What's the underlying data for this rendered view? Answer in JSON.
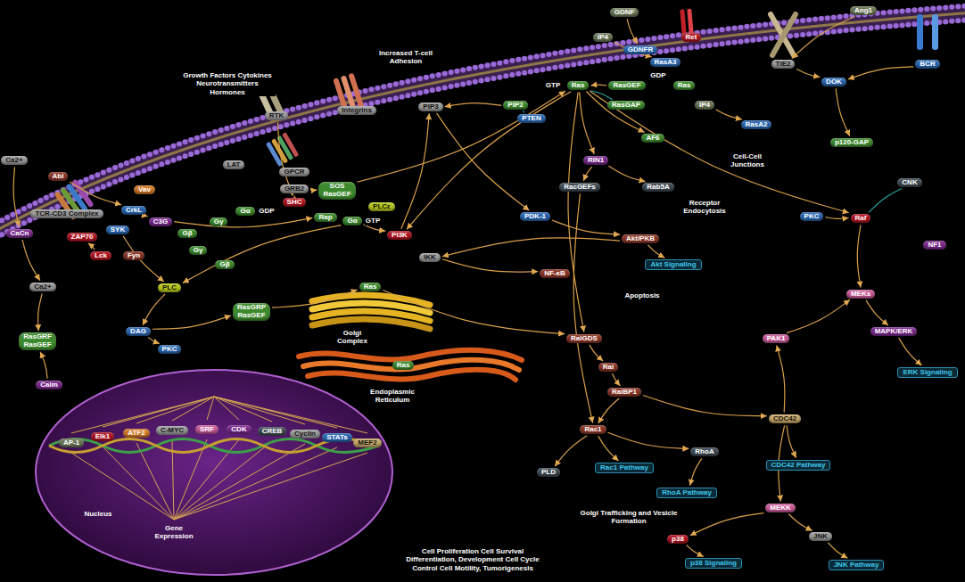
{
  "diagram": {
    "nodes": [
      {
        "text": [
          "GDNF"
        ]
      },
      {
        "text": [
          "Ang1"
        ]
      },
      {
        "text": [
          "IP4"
        ]
      },
      {
        "text": [
          "Ret"
        ]
      },
      {
        "text": [
          "GDNFR"
        ]
      },
      {
        "text": [
          "RasA3"
        ]
      },
      {
        "text": [
          "TIE2"
        ]
      },
      {
        "text": [
          "BCR"
        ]
      },
      {
        "text": [
          "Ras"
        ]
      },
      {
        "text": [
          "RasGEF"
        ]
      },
      {
        "text": [
          "Ras"
        ]
      },
      {
        "text": [
          "DOK"
        ]
      },
      {
        "text": [
          "RasGAP"
        ]
      },
      {
        "text": [
          "IP4"
        ]
      },
      {
        "text": [
          "PIP2"
        ]
      },
      {
        "text": [
          "PIP3"
        ]
      },
      {
        "text": [
          "PTEN"
        ]
      },
      {
        "text": [
          "RasA2"
        ]
      },
      {
        "text": [
          "AF6"
        ]
      },
      {
        "text": [
          "p120-GAP"
        ]
      },
      {
        "text": [
          "RIN1"
        ]
      },
      {
        "text": [
          "RTK"
        ]
      },
      {
        "text": [
          "Integrins"
        ]
      },
      {
        "text": [
          "LAT"
        ]
      },
      {
        "text": [
          "GPCR"
        ]
      },
      {
        "text": [
          "GRB2"
        ]
      },
      {
        "text": [
          "SHC"
        ]
      },
      {
        "text": [
          "SOS",
          "RasGEF"
        ]
      },
      {
        "text": [
          "Rap"
        ]
      },
      {
        "text": [
          "PLCε"
        ]
      },
      {
        "text": [
          "Ca2+"
        ]
      },
      {
        "text": [
          "Abl"
        ]
      },
      {
        "text": [
          "TCR-CD3 Complex"
        ]
      },
      {
        "text": [
          "Vav"
        ]
      },
      {
        "text": [
          "CrkL"
        ]
      },
      {
        "text": [
          "C3G"
        ]
      },
      {
        "text": [
          "SYK"
        ]
      },
      {
        "text": [
          "ZAP70"
        ]
      },
      {
        "text": [
          "Lck"
        ]
      },
      {
        "text": [
          "Fyn"
        ]
      },
      {
        "text": [
          "CaCn"
        ]
      },
      {
        "text": [
          "Gβ"
        ]
      },
      {
        "text": [
          "Gγ"
        ]
      },
      {
        "text": [
          "Gα"
        ]
      },
      {
        "text": [
          "Gγ"
        ]
      },
      {
        "text": [
          "Gβ"
        ]
      },
      {
        "text": [
          "Gα"
        ]
      },
      {
        "text": [
          "RacGEFs"
        ]
      },
      {
        "text": [
          "Rab5A"
        ]
      },
      {
        "text": [
          "CNK"
        ]
      },
      {
        "text": [
          "PKC"
        ]
      },
      {
        "text": [
          "Raf"
        ]
      },
      {
        "text": [
          "PDK-1"
        ]
      },
      {
        "text": [
          "PI3K"
        ]
      },
      {
        "text": [
          "Akt/PKB"
        ]
      },
      {
        "text": [
          "NF1"
        ]
      },
      {
        "text": [
          "IKK"
        ]
      },
      {
        "text": [
          "Akt Signaling"
        ]
      },
      {
        "text": [
          "NF-κB"
        ]
      },
      {
        "text": [
          "Ca2+"
        ]
      },
      {
        "text": [
          "PLC"
        ]
      },
      {
        "text": [
          "Golgi Complex"
        ]
      },
      {
        "text": [
          "Ras"
        ],
        "in": 61
      },
      {
        "text": [
          "Endoplasmic Reticulum"
        ]
      },
      {
        "text": [
          "Ras"
        ],
        "in": 63
      },
      {
        "text": [
          "RasGRP",
          "RasGEF"
        ]
      },
      {
        "text": [
          "MEKs"
        ]
      },
      {
        "text": [
          "DAG"
        ]
      },
      {
        "text": [
          "MAPK/ERK"
        ]
      },
      {
        "text": [
          "RalGDS"
        ]
      },
      {
        "text": [
          "PAK1"
        ]
      },
      {
        "text": [
          "RasGRF",
          "RasGEF"
        ]
      },
      {
        "text": [
          "PKC"
        ]
      },
      {
        "text": [
          "Ral"
        ]
      },
      {
        "text": [
          "ERK Signaling"
        ]
      },
      {
        "text": [
          "Calm"
        ]
      },
      {
        "text": [
          "RalBP1"
        ]
      },
      {
        "text": [
          "CDC42"
        ]
      },
      {
        "text": [
          "Rac1"
        ]
      },
      {
        "text": [
          "Nucleus"
        ]
      },
      {
        "text": [
          "AP-1"
        ],
        "in": 79
      },
      {
        "text": [
          "Elk1"
        ],
        "in": 79
      },
      {
        "text": [
          "ATF2"
        ],
        "in": 79
      },
      {
        "text": [
          "C-MYC"
        ],
        "in": 79
      },
      {
        "text": [
          "SRF"
        ],
        "in": 79
      },
      {
        "text": [
          "CDK"
        ],
        "in": 79
      },
      {
        "text": [
          "CREB"
        ],
        "in": 79
      },
      {
        "text": [
          "Cyclin"
        ],
        "in": 79
      },
      {
        "text": [
          "STATs"
        ],
        "in": 79
      },
      {
        "text": [
          "MEF2"
        ],
        "in": 79
      },
      {
        "text": [
          "RhoA"
        ]
      },
      {
        "text": [
          "Rac1 Pathway"
        ]
      },
      {
        "text": [
          "CDC42 Pathway"
        ]
      },
      {
        "text": [
          "PLD"
        ]
      },
      {
        "text": [
          "RhoA Pathway"
        ]
      },
      {
        "text": [
          "MEKK"
        ]
      },
      {
        "text": [
          "p38"
        ]
      },
      {
        "text": [
          "JNK"
        ]
      },
      {
        "text": [
          "p38 Signaling"
        ]
      },
      {
        "text": [
          "JNK Pathway"
        ]
      }
    ],
    "edges": [
      {
        "from": 0,
        "to": 4,
        "arrow": "to"
      },
      {
        "from": 1,
        "to": 6,
        "arrow": "to"
      },
      {
        "from": 2,
        "to": 5,
        "arrow": "to"
      },
      {
        "from": 6,
        "to": 11,
        "arrow": "to"
      },
      {
        "from": 7,
        "to": 11,
        "arrow": "to"
      },
      {
        "from": 11,
        "to": 19,
        "arrow": "to"
      },
      {
        "from": 13,
        "to": 17,
        "arrow": "to"
      },
      {
        "from": 9,
        "to": 8,
        "arrow": "to"
      },
      {
        "from": 12,
        "to": 8,
        "arrow": "none"
      },
      {
        "from": 14,
        "to": 15,
        "arrow": "to"
      },
      {
        "from": 16,
        "to": 14,
        "arrow": "none"
      },
      {
        "from": 8,
        "to": 53,
        "arrow": "to"
      },
      {
        "from": 8,
        "to": 20,
        "arrow": "to"
      },
      {
        "from": 8,
        "to": 18,
        "arrow": "to"
      },
      {
        "from": 8,
        "to": 51,
        "arrow": "to"
      },
      {
        "from": 15,
        "to": 52,
        "arrow": "to"
      },
      {
        "from": 8,
        "to": 69,
        "arrow": "to"
      },
      {
        "from": 20,
        "to": 48,
        "arrow": "to"
      },
      {
        "from": 20,
        "to": 47,
        "arrow": "to"
      },
      {
        "from": 49,
        "to": 51,
        "arrow": "none"
      },
      {
        "from": 50,
        "to": 51,
        "arrow": "to"
      },
      {
        "from": 51,
        "to": 66,
        "arrow": "to"
      },
      {
        "from": 66,
        "to": 68,
        "arrow": "to"
      },
      {
        "from": 68,
        "to": 74,
        "arrow": "to"
      },
      {
        "from": 70,
        "to": 66,
        "arrow": "to"
      },
      {
        "from": 52,
        "to": 54,
        "arrow": "to"
      },
      {
        "from": 54,
        "to": 57,
        "arrow": "to"
      },
      {
        "from": 54,
        "to": 56,
        "arrow": "to"
      },
      {
        "from": 56,
        "to": 58,
        "arrow": "to"
      },
      {
        "from": 53,
        "to": 15,
        "arrow": "to"
      },
      {
        "from": 69,
        "to": 73,
        "arrow": "to"
      },
      {
        "from": 73,
        "to": 76,
        "arrow": "to"
      },
      {
        "from": 76,
        "to": 77,
        "arrow": "to"
      },
      {
        "from": 76,
        "to": 78,
        "arrow": "to"
      },
      {
        "from": 77,
        "to": 70,
        "arrow": "to"
      },
      {
        "from": 77,
        "to": 92,
        "arrow": "to"
      },
      {
        "from": 78,
        "to": 91,
        "arrow": "to"
      },
      {
        "from": 78,
        "to": 90,
        "arrow": "to"
      },
      {
        "from": 78,
        "to": 93,
        "arrow": "to"
      },
      {
        "from": 90,
        "to": 94,
        "arrow": "to"
      },
      {
        "from": 77,
        "to": 95,
        "arrow": "to"
      },
      {
        "from": 95,
        "to": 96,
        "arrow": "to"
      },
      {
        "from": 95,
        "to": 97,
        "arrow": "to"
      },
      {
        "from": 96,
        "to": 98,
        "arrow": "to"
      },
      {
        "from": 97,
        "to": 99,
        "arrow": "to"
      },
      {
        "from": 47,
        "to": 78,
        "arrow": "to"
      },
      {
        "from": 26,
        "to": 25,
        "arrow": "to"
      },
      {
        "from": 21,
        "to": 26,
        "arrow": "to"
      },
      {
        "from": 25,
        "to": 27,
        "arrow": "to"
      },
      {
        "from": 27,
        "to": 8,
        "arrow": "to"
      },
      {
        "from": 35,
        "to": 28,
        "arrow": "to"
      },
      {
        "from": 31,
        "to": 34,
        "arrow": "to"
      },
      {
        "from": 34,
        "to": 35,
        "arrow": "to"
      },
      {
        "from": 38,
        "to": 37,
        "arrow": "to"
      },
      {
        "from": 36,
        "to": 60,
        "arrow": "to"
      },
      {
        "from": 46,
        "to": 53,
        "arrow": "to"
      },
      {
        "from": 46,
        "to": 60,
        "arrow": "to"
      },
      {
        "from": 60,
        "to": 67,
        "arrow": "to"
      },
      {
        "from": 67,
        "to": 72,
        "arrow": "to"
      },
      {
        "from": 67,
        "to": 65,
        "arrow": "to"
      },
      {
        "from": 65,
        "to": 62,
        "arrow": "to"
      },
      {
        "from": 62,
        "to": 69,
        "arrow": "to"
      },
      {
        "from": 30,
        "to": 40,
        "arrow": "to"
      },
      {
        "from": 40,
        "to": 59,
        "arrow": "to"
      },
      {
        "from": 59,
        "to": 71,
        "arrow": "to"
      },
      {
        "from": 75,
        "to": 71,
        "arrow": "to"
      }
    ],
    "labels": [
      "Growth Factors Cytokines Neurotransmitters Hormones",
      "Increased T-cell Adhesion",
      "GDP",
      "GTP",
      "GDP",
      "GTP",
      "Cell-Cell Junctions",
      "Receptor Endocytosis",
      "Apoptosis",
      "Gene Expression",
      "Golgi Trafficking and Vesicle Formation",
      "Cell Proliferation Cell Survival Differentiation, Development Cell Cycle Control Cell Motility, Tumorigenesis"
    ]
  }
}
